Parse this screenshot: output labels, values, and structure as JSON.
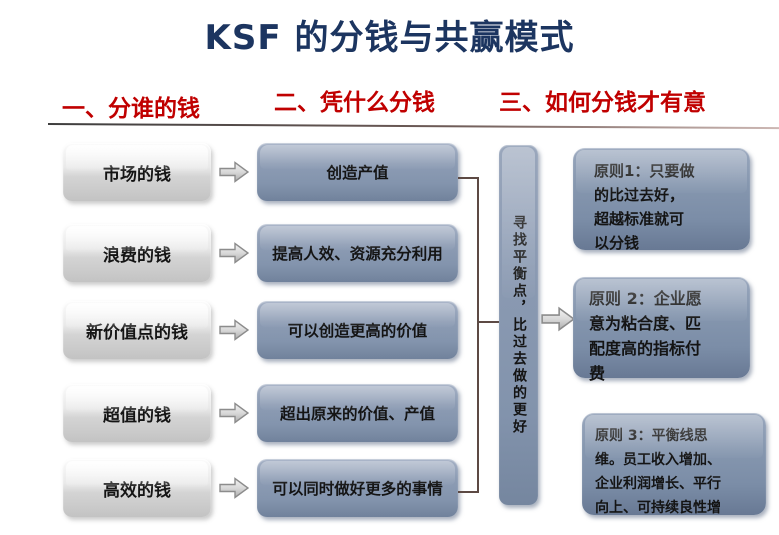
{
  "title": "KSF 的分钱与共赢模式",
  "sections": {
    "s1": "一、分谁的钱",
    "s2": "二、凭什么分钱",
    "s3": "三、如何分钱才有意"
  },
  "rows": [
    {
      "source": "市场的钱",
      "method": "创造产值"
    },
    {
      "source": "浪费的钱",
      "method": "提高人效、资源充分利用"
    },
    {
      "source": "新价值点的钱",
      "method": "可以创造更高的价值"
    },
    {
      "source": "超值的钱",
      "method": "超出原来的价值、产值"
    },
    {
      "source": "高效的钱",
      "method": "可以同时做好更多的事情"
    }
  ],
  "balance_box": "寻找平衡点，比过去做的更好",
  "principles": [
    {
      "text": "原则1：只要做的比过去好，超越标准就可以分钱",
      "lines": [
        "原则1：只要做",
        "的比过去好，",
        "超越标准就可",
        "以分钱"
      ]
    },
    {
      "text": "原则 2：企业愿意为粘合度、匹配度高的指标付费",
      "lines": [
        "原则 2：企业愿",
        "意为粘合度、匹",
        "配度高的指标付",
        "费"
      ]
    },
    {
      "text": "原则 3：平衡线思维。员工收入增加、企业利润增长、平行向上、可持续良性增",
      "lines": [
        "原则 3：平衡线思",
        "维。员工收入增加、",
        "企业利润增长、平行",
        "向上、可持续良性增"
      ]
    }
  ],
  "colors": {
    "title": "#1c3560",
    "section_header": "#c00000",
    "source_box_fill": "#d9d9d9",
    "method_box_fill": "#8795ac",
    "principle_box_fill": "#7f90a9",
    "connector_line": "#5d4a44",
    "arrow_fill": "#dcdcdc",
    "arrow_stroke": "#8c8c8c"
  }
}
